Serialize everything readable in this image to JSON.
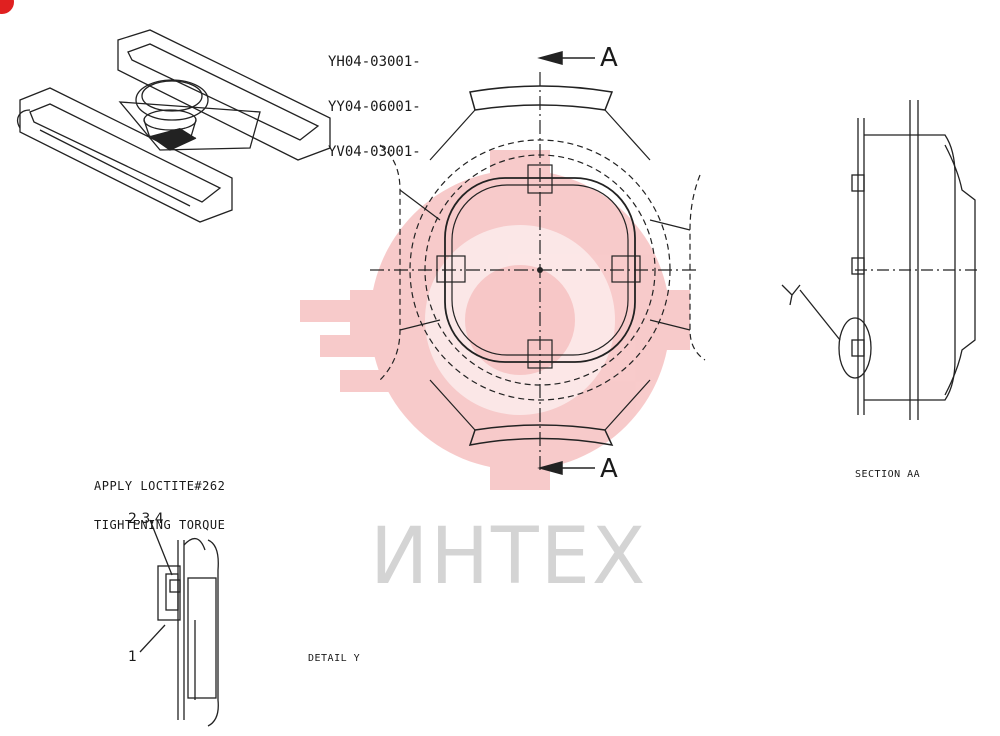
{
  "part_numbers": [
    "YH04-03001-",
    "YY04-06001-",
    "YV04-03001-"
  ],
  "section_marker": "A",
  "note": {
    "line1": "APPLY LOCTITE#262",
    "line2": "TIGHTENING TORQUE"
  },
  "labels": {
    "section_view": "SECTION AA",
    "detail_view": "DETAIL Y",
    "detail_callout": "Y",
    "detail_parts": "2,3,4",
    "detail_part_1": "1"
  },
  "watermark": {
    "text": "ИНТЕХ",
    "color": "#f07070"
  }
}
